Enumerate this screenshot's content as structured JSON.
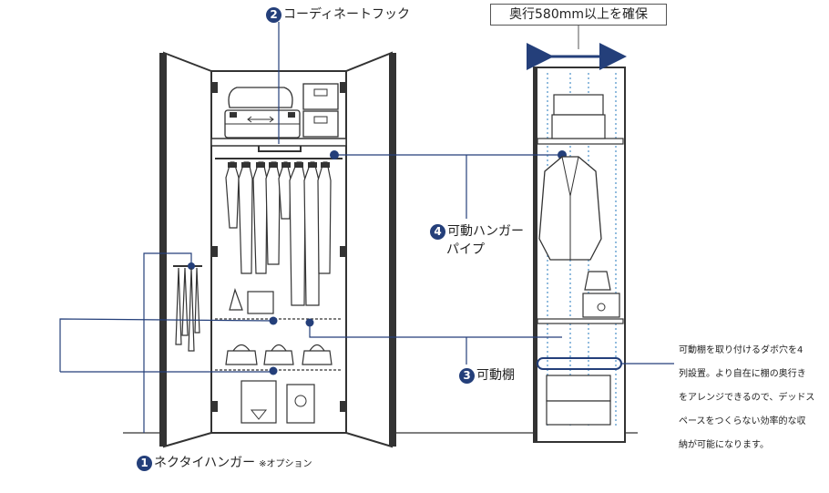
{
  "labels": {
    "hook": {
      "num": "2",
      "text": "コーディネートフック"
    },
    "pipe": {
      "num": "4",
      "line1": "可動ハンガー",
      "line2": "パイプ"
    },
    "shelf": {
      "num": "3",
      "text": "可動棚"
    },
    "tie": {
      "num": "1",
      "text": "ネクタイハンガー",
      "option": "※オプション"
    },
    "depth": "奥行580mm以上を確保"
  },
  "note": {
    "lines": [
      "可動棚を取り付けるダボ穴を4",
      "列設置。より自在に棚の奥行き",
      "をアレンジできるので、デッドス",
      "ペースをつくらない効率的な収",
      "納が可能になります。"
    ]
  },
  "colors": {
    "accent": "#243f7a",
    "line": "#333333",
    "dotted": "#4a90c8"
  }
}
